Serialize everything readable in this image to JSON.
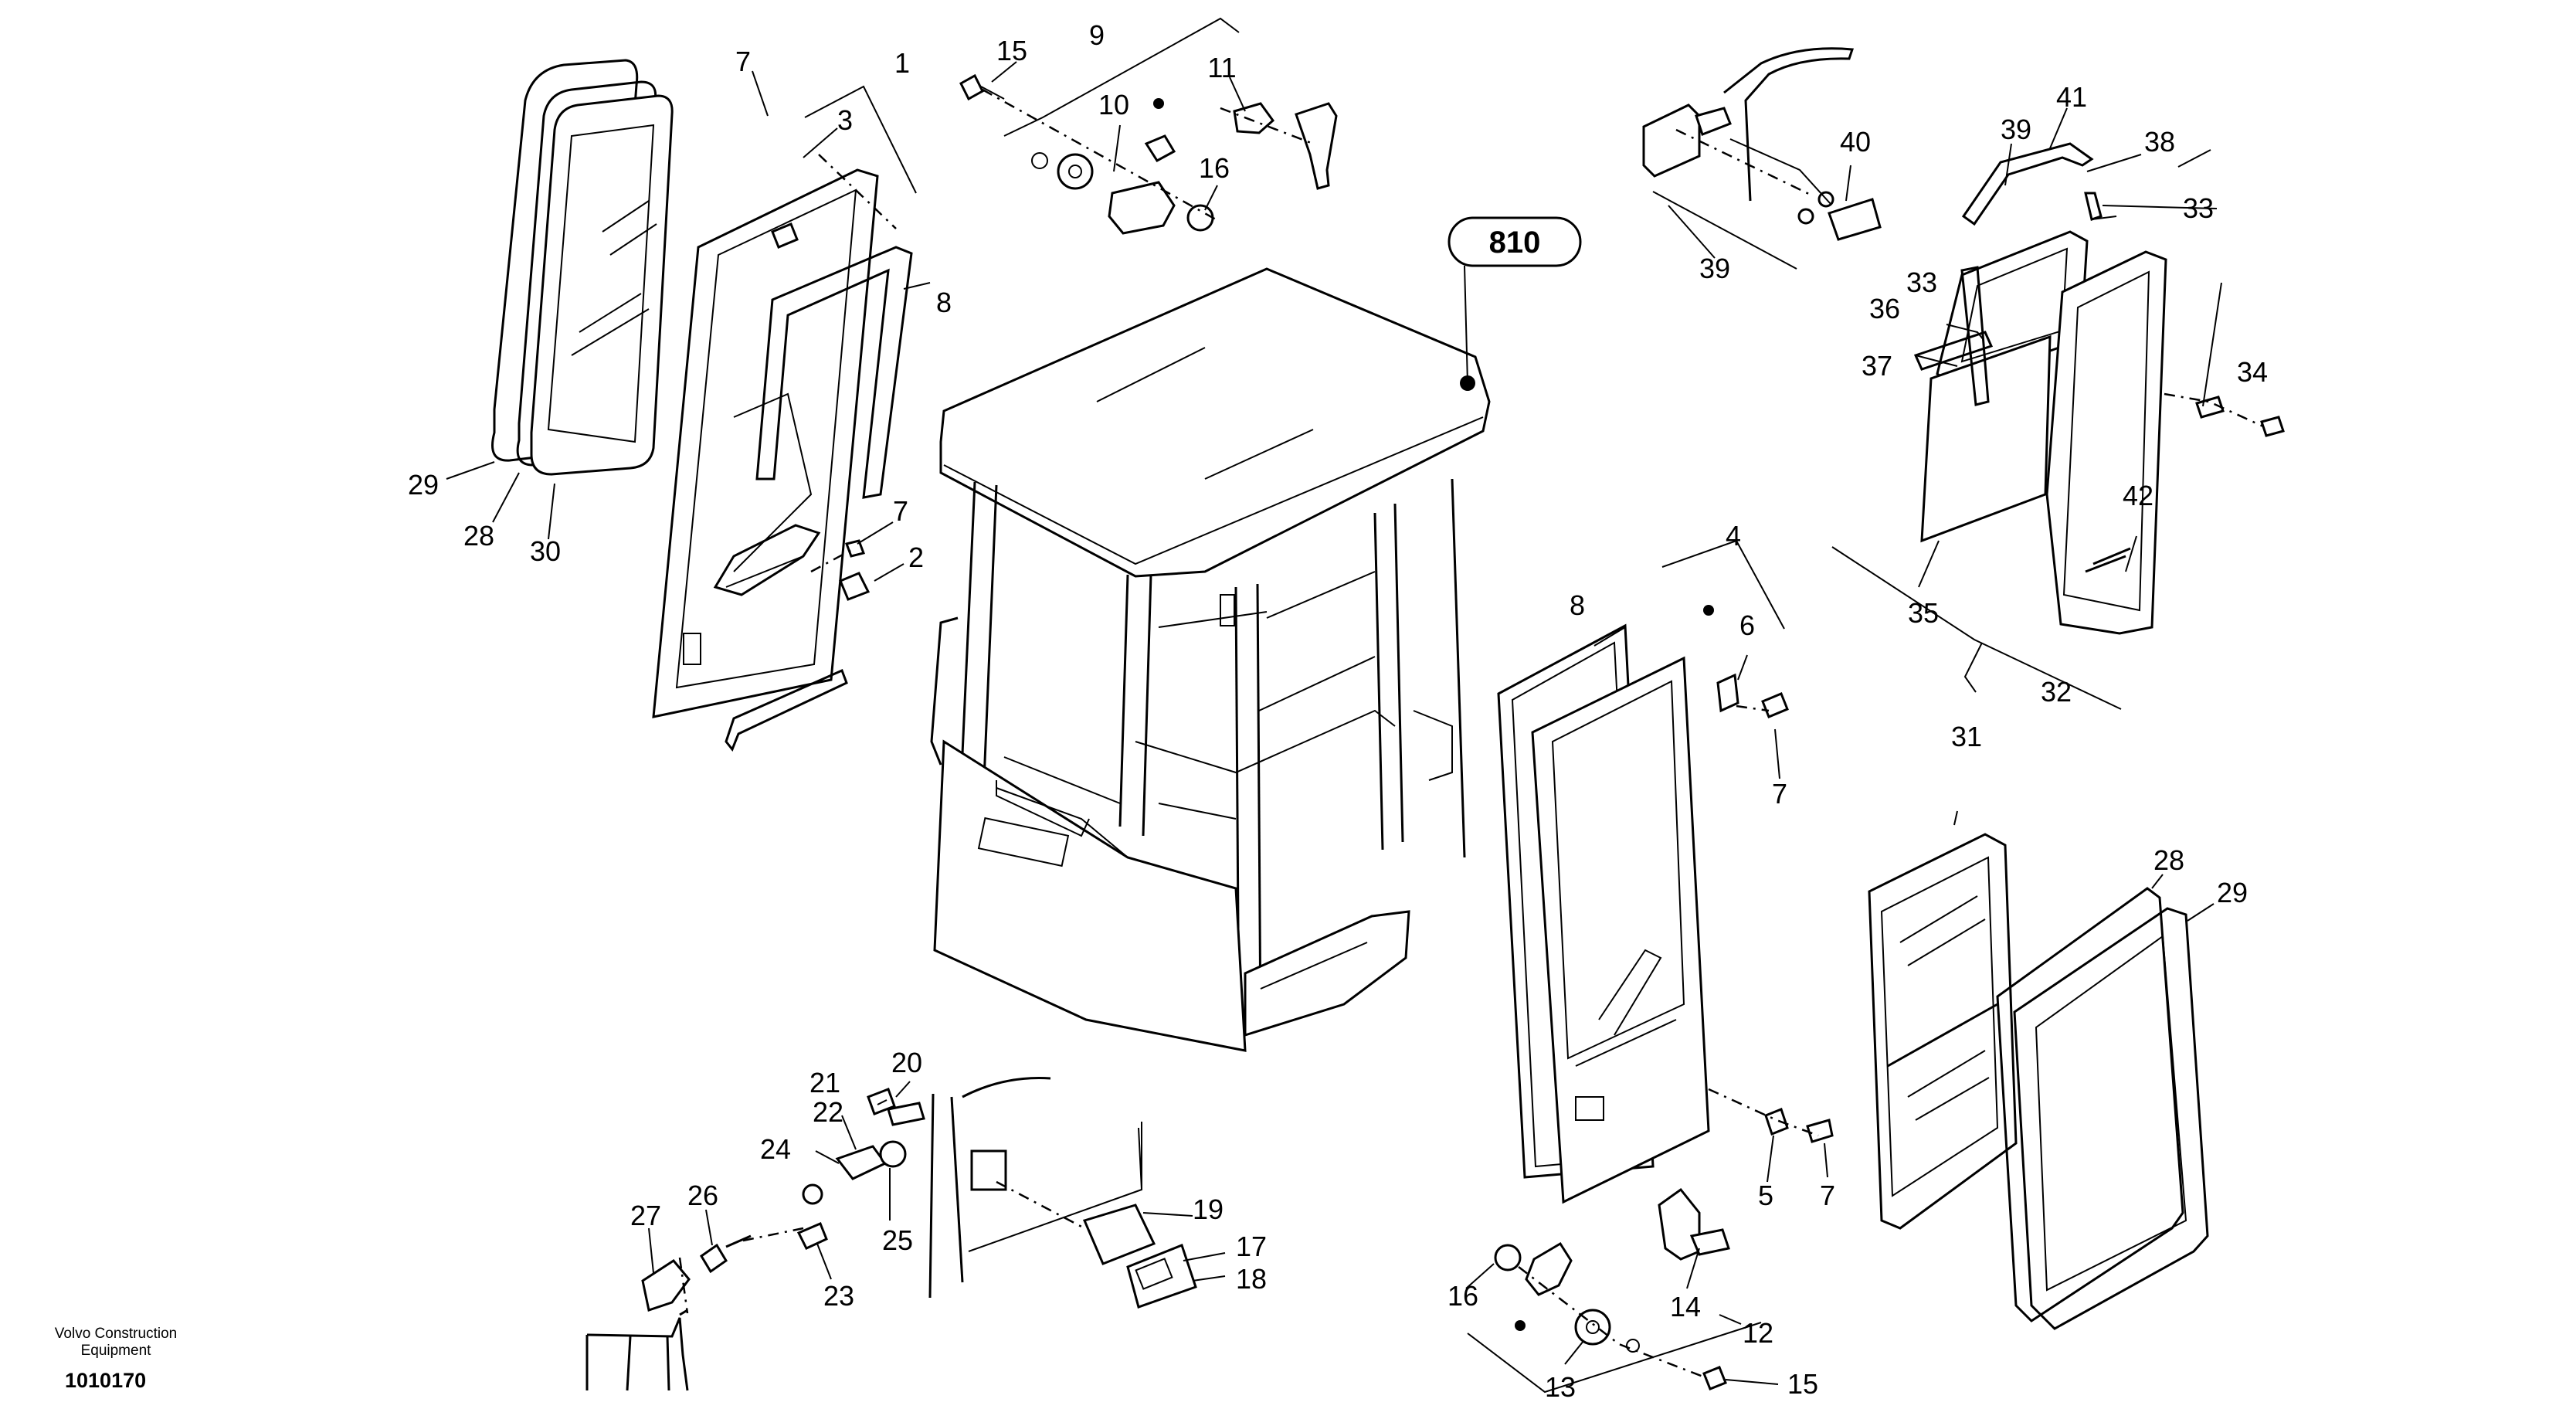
{
  "diagram": {
    "reference": "810",
    "callouts": [
      "1",
      "2",
      "3",
      "4",
      "5",
      "6",
      "7",
      "8",
      "9",
      "10",
      "11",
      "12",
      "13",
      "14",
      "15",
      "16",
      "17",
      "18",
      "19",
      "20",
      "21",
      "22",
      "23",
      "24",
      "25",
      "26",
      "27",
      "28",
      "29",
      "30",
      "31",
      "32",
      "33",
      "34",
      "35",
      "36",
      "37",
      "38",
      "39",
      "40",
      "41",
      "42"
    ]
  },
  "footer": {
    "brand": "Volvo Construction Equipment",
    "drawing_number": "1010170"
  }
}
